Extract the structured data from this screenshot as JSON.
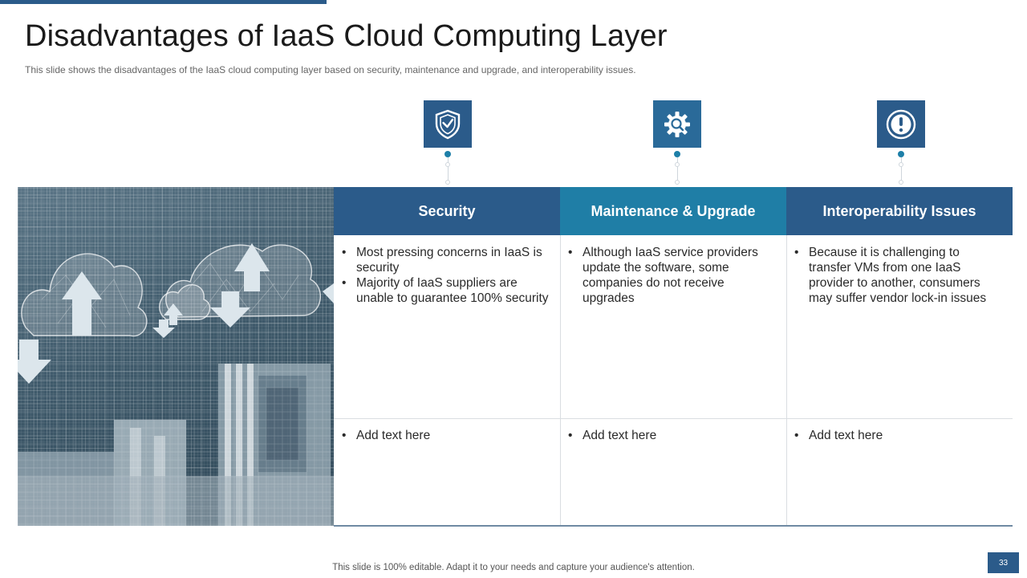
{
  "slide": {
    "title": "Disadvantages of IaaS Cloud Computing Layer",
    "subtitle": "This slide shows the disadvantages  of the IaaS cloud computing layer based on security, maintenance and upgrade, and interoperability  issues.",
    "footer": "This slide is 100% editable. Adapt it to your needs and capture your audience's attention.",
    "page_number": "33"
  },
  "icons": [
    {
      "name": "shield-check-icon"
    },
    {
      "name": "gear-search-icon"
    },
    {
      "name": "exclamation-circle-icon"
    }
  ],
  "columns": [
    {
      "header": "Security",
      "header_color": "#2b5b8a",
      "top_bullets": [
        "Most pressing concerns in IaaS is security",
        "Majority of IaaS suppliers are unable to guarantee 100% security"
      ],
      "bottom_bullets": [
        "Add text here"
      ]
    },
    {
      "header": "Maintenance & Upgrade",
      "header_color": "#1f7ea6",
      "top_bullets": [
        "Although IaaS service providers update the software, some companies do not receive upgrades"
      ],
      "bottom_bullets": [
        "Add text here"
      ]
    },
    {
      "header": "Interoperability Issues",
      "header_color": "#2b5b8a",
      "top_bullets": [
        "Because it is challenging to transfer VMs from one IaaS provider to another, consumers may suffer vendor lock-in issues"
      ],
      "bottom_bullets": [
        "Add text here"
      ]
    }
  ],
  "colors": {
    "accent_dark": "#2b5b8a",
    "accent_teal": "#1f7ea6"
  }
}
